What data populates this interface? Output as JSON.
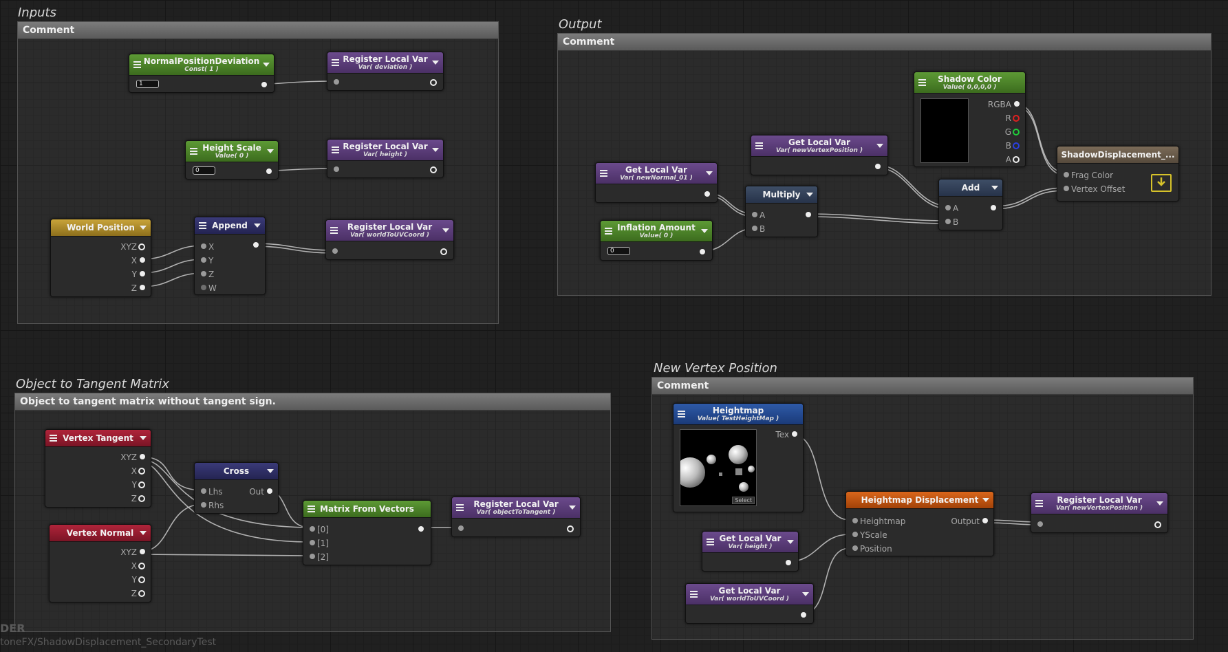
{
  "groups": {
    "inputs": {
      "title": "Inputs",
      "header": "Comment"
    },
    "output": {
      "title": "Output",
      "header": "Comment"
    },
    "tangent": {
      "title": "Object to Tangent Matrix",
      "header": "Object to tangent matrix without tangent sign."
    },
    "newpos": {
      "title": "New Vertex Position",
      "header": "Comment"
    }
  },
  "nodes": {
    "normal_dev": {
      "title": "NormalPositionDeviation",
      "subtitle": "Const( 1 )",
      "value": "1"
    },
    "reg_deviation": {
      "title": "Register Local Var",
      "subtitle": "Var( deviation )"
    },
    "height_scale": {
      "title": "Height Scale",
      "subtitle": "Value( 0 )",
      "value": "0"
    },
    "reg_height": {
      "title": "Register Local Var",
      "subtitle": "Var( height )"
    },
    "world_pos": {
      "title": "World Position",
      "ports": [
        "XYZ",
        "X",
        "Y",
        "Z"
      ]
    },
    "append": {
      "title": "Append",
      "ports": [
        "X",
        "Y",
        "Z",
        "W"
      ]
    },
    "reg_world": {
      "title": "Register Local Var",
      "subtitle": "Var( worldToUVCoord )"
    },
    "shadow_color": {
      "title": "Shadow Color",
      "subtitle": "Value( 0,0,0,0 )",
      "ports": [
        "RGBA",
        "R",
        "G",
        "B",
        "A"
      ],
      "color": "#000000"
    },
    "get_newpos": {
      "title": "Get Local Var",
      "subtitle": "Var( newVertexPosition )"
    },
    "get_normal01": {
      "title": "Get Local Var",
      "subtitle": "Var( newNormal_01 )"
    },
    "multiply": {
      "title": "Multiply",
      "ports": [
        "A",
        "B"
      ]
    },
    "inflation": {
      "title": "Inflation Amount",
      "subtitle": "Value( 0 )",
      "value": "0"
    },
    "add": {
      "title": "Add",
      "ports": [
        "A",
        "B"
      ]
    },
    "output_node": {
      "title": "ShadowDisplacement_...",
      "ports": [
        "Frag Color",
        "Vertex Offset"
      ]
    },
    "vertex_tangent": {
      "title": "Vertex Tangent",
      "ports": [
        "XYZ",
        "X",
        "Y",
        "Z"
      ]
    },
    "vertex_normal": {
      "title": "Vertex Normal",
      "ports": [
        "XYZ",
        "X",
        "Y",
        "Z"
      ]
    },
    "cross": {
      "title": "Cross",
      "ports": [
        "Lhs",
        "Rhs",
        "Out"
      ]
    },
    "matrix": {
      "title": "Matrix From Vectors",
      "ports": [
        "[0]",
        "[1]",
        "[2]"
      ]
    },
    "reg_tangent": {
      "title": "Register Local Var",
      "subtitle": "Var( objectToTangent )"
    },
    "heightmap": {
      "title": "Heightmap",
      "subtitle": "Value( TestHeightMap )",
      "port": "Tex",
      "select": "Select"
    },
    "hm_disp": {
      "title": "Heightmap Displacement",
      "ports": [
        "Heightmap",
        "YScale",
        "Position",
        "Output"
      ]
    },
    "reg_newpos": {
      "title": "Register Local Var",
      "subtitle": "Var( newVertexPosition )"
    },
    "get_height": {
      "title": "Get Local Var",
      "subtitle": "Var( height )"
    },
    "get_world": {
      "title": "Get Local Var",
      "subtitle": "Var( worldToUVCoord )"
    }
  },
  "status": {
    "line1": "DER",
    "line2": "toneFX/ShadowDisplacement_SecondaryTest"
  }
}
